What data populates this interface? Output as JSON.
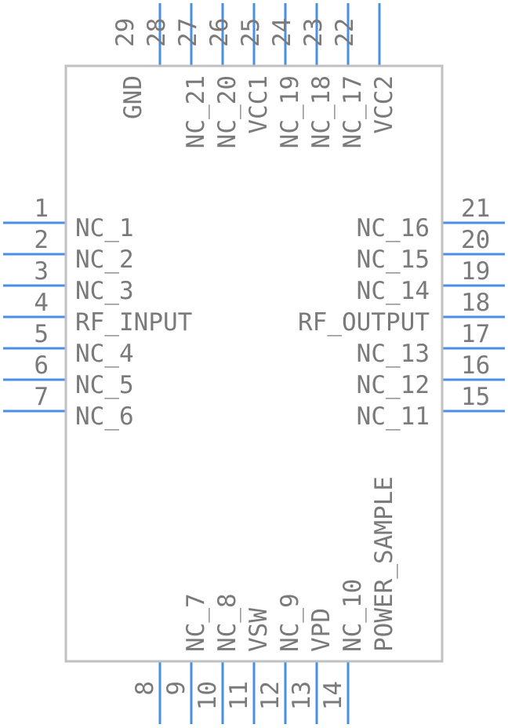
{
  "colors": {
    "pin": "#4a8fe0",
    "body": "#c0c0c0",
    "text": "#7a7a7a"
  },
  "pins": {
    "left": [
      {
        "num": "1",
        "name": "NC_1"
      },
      {
        "num": "2",
        "name": "NC_2"
      },
      {
        "num": "3",
        "name": "NC_3"
      },
      {
        "num": "4",
        "name": "RF_INPUT"
      },
      {
        "num": "5",
        "name": "NC_4"
      },
      {
        "num": "6",
        "name": "NC_5"
      },
      {
        "num": "7",
        "name": "NC_6"
      }
    ],
    "right": [
      {
        "num": "21",
        "name": "NC_16"
      },
      {
        "num": "20",
        "name": "NC_15"
      },
      {
        "num": "19",
        "name": "NC_14"
      },
      {
        "num": "18",
        "name": "RF_OUTPUT"
      },
      {
        "num": "17",
        "name": "NC_13"
      },
      {
        "num": "16",
        "name": "NC_12"
      },
      {
        "num": "15",
        "name": "NC_11"
      }
    ],
    "top": [
      {
        "num": "29",
        "name": "GND"
      },
      {
        "num": "28",
        "name": ""
      },
      {
        "num": "27",
        "name": "NC_21"
      },
      {
        "num": "26",
        "name": "NC_20"
      },
      {
        "num": "25",
        "name": "VCC1"
      },
      {
        "num": "24",
        "name": "NC_19"
      },
      {
        "num": "23",
        "name": "NC_18"
      },
      {
        "num": "22",
        "name": "NC_17"
      },
      {
        "num": "",
        "name": "VCC2"
      }
    ],
    "bottom": [
      {
        "num": "8",
        "name": ""
      },
      {
        "num": "9",
        "name": "NC_7"
      },
      {
        "num": "10",
        "name": "NC_8"
      },
      {
        "num": "11",
        "name": "VSW"
      },
      {
        "num": "12",
        "name": "NC_9"
      },
      {
        "num": "13",
        "name": "VPD"
      },
      {
        "num": "14",
        "name": "NC_10"
      },
      {
        "num": "",
        "name": "POWER_SAMPLE"
      }
    ]
  }
}
